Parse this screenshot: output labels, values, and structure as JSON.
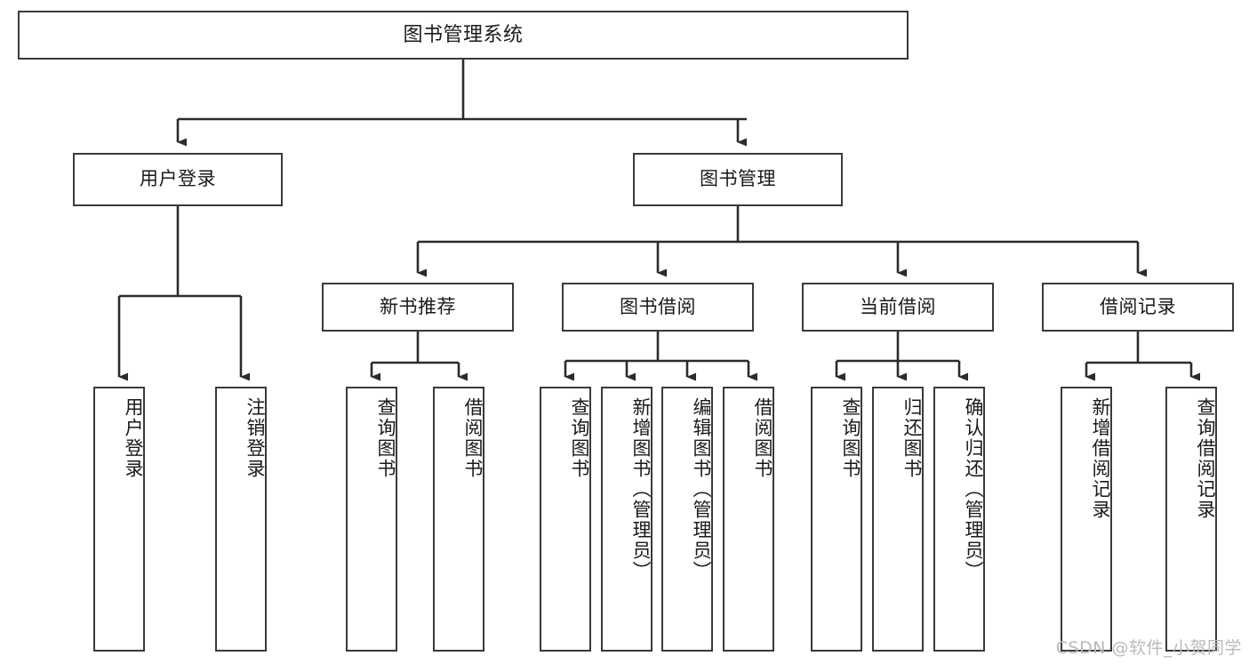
{
  "diagram": {
    "title": "图书管理系统",
    "type": "tree-hierarchy-chart",
    "watermark": "CSDN @软件_小贺同学",
    "colors": {
      "box_border": "#3a3a3a",
      "box_fill": "#ffffff",
      "edge": "#2b2b2b",
      "text": "#1a1a1a",
      "watermark": "#b9b9b9",
      "background": "#ffffff"
    },
    "nodes": {
      "root": {
        "label": "图书管理系统"
      },
      "level1": [
        {
          "id": "user-login",
          "label": "用户登录"
        },
        {
          "id": "book-manage",
          "label": "图书管理"
        }
      ],
      "level2": [
        {
          "id": "new-book-recommend",
          "label": "新书推荐"
        },
        {
          "id": "book-borrow",
          "label": "图书借阅"
        },
        {
          "id": "current-borrow",
          "label": "当前借阅"
        },
        {
          "id": "borrow-record",
          "label": "借阅记录"
        }
      ],
      "leaves": {
        "user_login": [
          {
            "id": "leaf-user-login",
            "label": "用户登录"
          },
          {
            "id": "leaf-logout-login",
            "label": "注销登录"
          }
        ],
        "new_book_recommend": [
          {
            "id": "leaf-query-book-1",
            "label": "查询图书"
          },
          {
            "id": "leaf-borrow-book-1",
            "label": "借阅图书"
          }
        ],
        "book_borrow": [
          {
            "id": "leaf-query-book-2",
            "label": "查询图书"
          },
          {
            "id": "leaf-add-book",
            "label": "新增图书（管理员）"
          },
          {
            "id": "leaf-edit-book",
            "label": "编辑图书（管理员）"
          },
          {
            "id": "leaf-borrow-book-2",
            "label": "借阅图书"
          }
        ],
        "current_borrow": [
          {
            "id": "leaf-query-book-3",
            "label": "查询图书"
          },
          {
            "id": "leaf-return-book",
            "label": "归还图书"
          },
          {
            "id": "leaf-confirm-return",
            "label": "确认归还（管理员）"
          }
        ],
        "borrow_record": [
          {
            "id": "leaf-add-borrow-record",
            "label": "新增借阅记录"
          },
          {
            "id": "leaf-query-borrow-record",
            "label": "查询借阅记录"
          }
        ]
      }
    }
  }
}
